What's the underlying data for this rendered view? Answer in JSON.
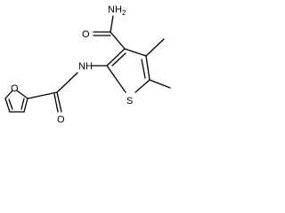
{
  "molecule": {
    "labels": {
      "ring_oxygen": "O",
      "amide_oxygen": "O",
      "carboxamide_oxygen": "O",
      "carboxamide_nitrogen": "NH",
      "carboxamide_hydrogen_count": "2",
      "amide_nh": "NH",
      "sulfur": "S"
    },
    "colors": {
      "bond": "#000000",
      "label": "#000000",
      "background": "#ffffff"
    }
  }
}
